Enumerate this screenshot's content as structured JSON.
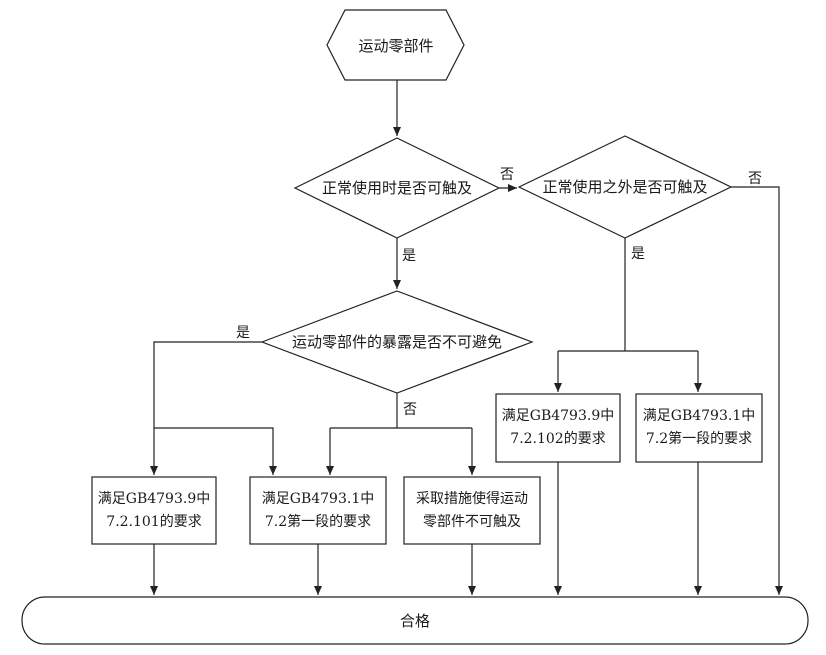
{
  "flowchart": {
    "start": "运动零部件",
    "decision_normal_use": "正常使用时是否可触及",
    "decision_outside_normal_use": "正常使用之外是否可触及",
    "decision_exposure": "运动零部件的暴露是否不可避免",
    "box_gb47939_7_2_101": [
      "满足GB4793.9中",
      "7.2.101的要求"
    ],
    "box_gb47931_left": [
      "满足GB4793.1中",
      "7.2第一段的要求"
    ],
    "box_measures": [
      "采取措施使得运动",
      "零部件不可触及"
    ],
    "box_gb47939_7_2_102": [
      "满足GB4793.9中",
      "7.2.102的要求"
    ],
    "box_gb47931_right": [
      "满足GB4793.1中",
      "7.2第一段的要求"
    ],
    "end": "合格",
    "labels": {
      "no_right_of_d1": "否",
      "yes_below_d1": "是",
      "no_right_of_d2": "否",
      "yes_below_d2": "是",
      "yes_left_of_d3": "是",
      "no_below_d3": "否"
    }
  }
}
